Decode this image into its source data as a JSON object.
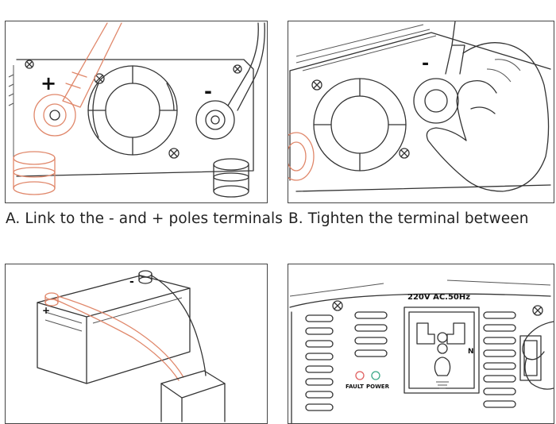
{
  "captions": {
    "a": "A. Link to the - and + poles terminals",
    "b": "B. Tighten the terminal between"
  },
  "panel_a": {
    "plus_sign": "+",
    "minus_sign": "-"
  },
  "panel_b": {
    "minus_sign": "-"
  },
  "panel_c": {
    "plus_sign": "+",
    "minus_sign": "-"
  },
  "panel_d": {
    "rating_label": "220V AC.50Hz",
    "neutral_label": "N",
    "fault_label": "FAULT",
    "power_label": "POWER"
  },
  "colors": {
    "ink": "#333333",
    "cable_accent": "#e0876a",
    "fault_led": "#e06060",
    "power_led": "#3aa886"
  }
}
